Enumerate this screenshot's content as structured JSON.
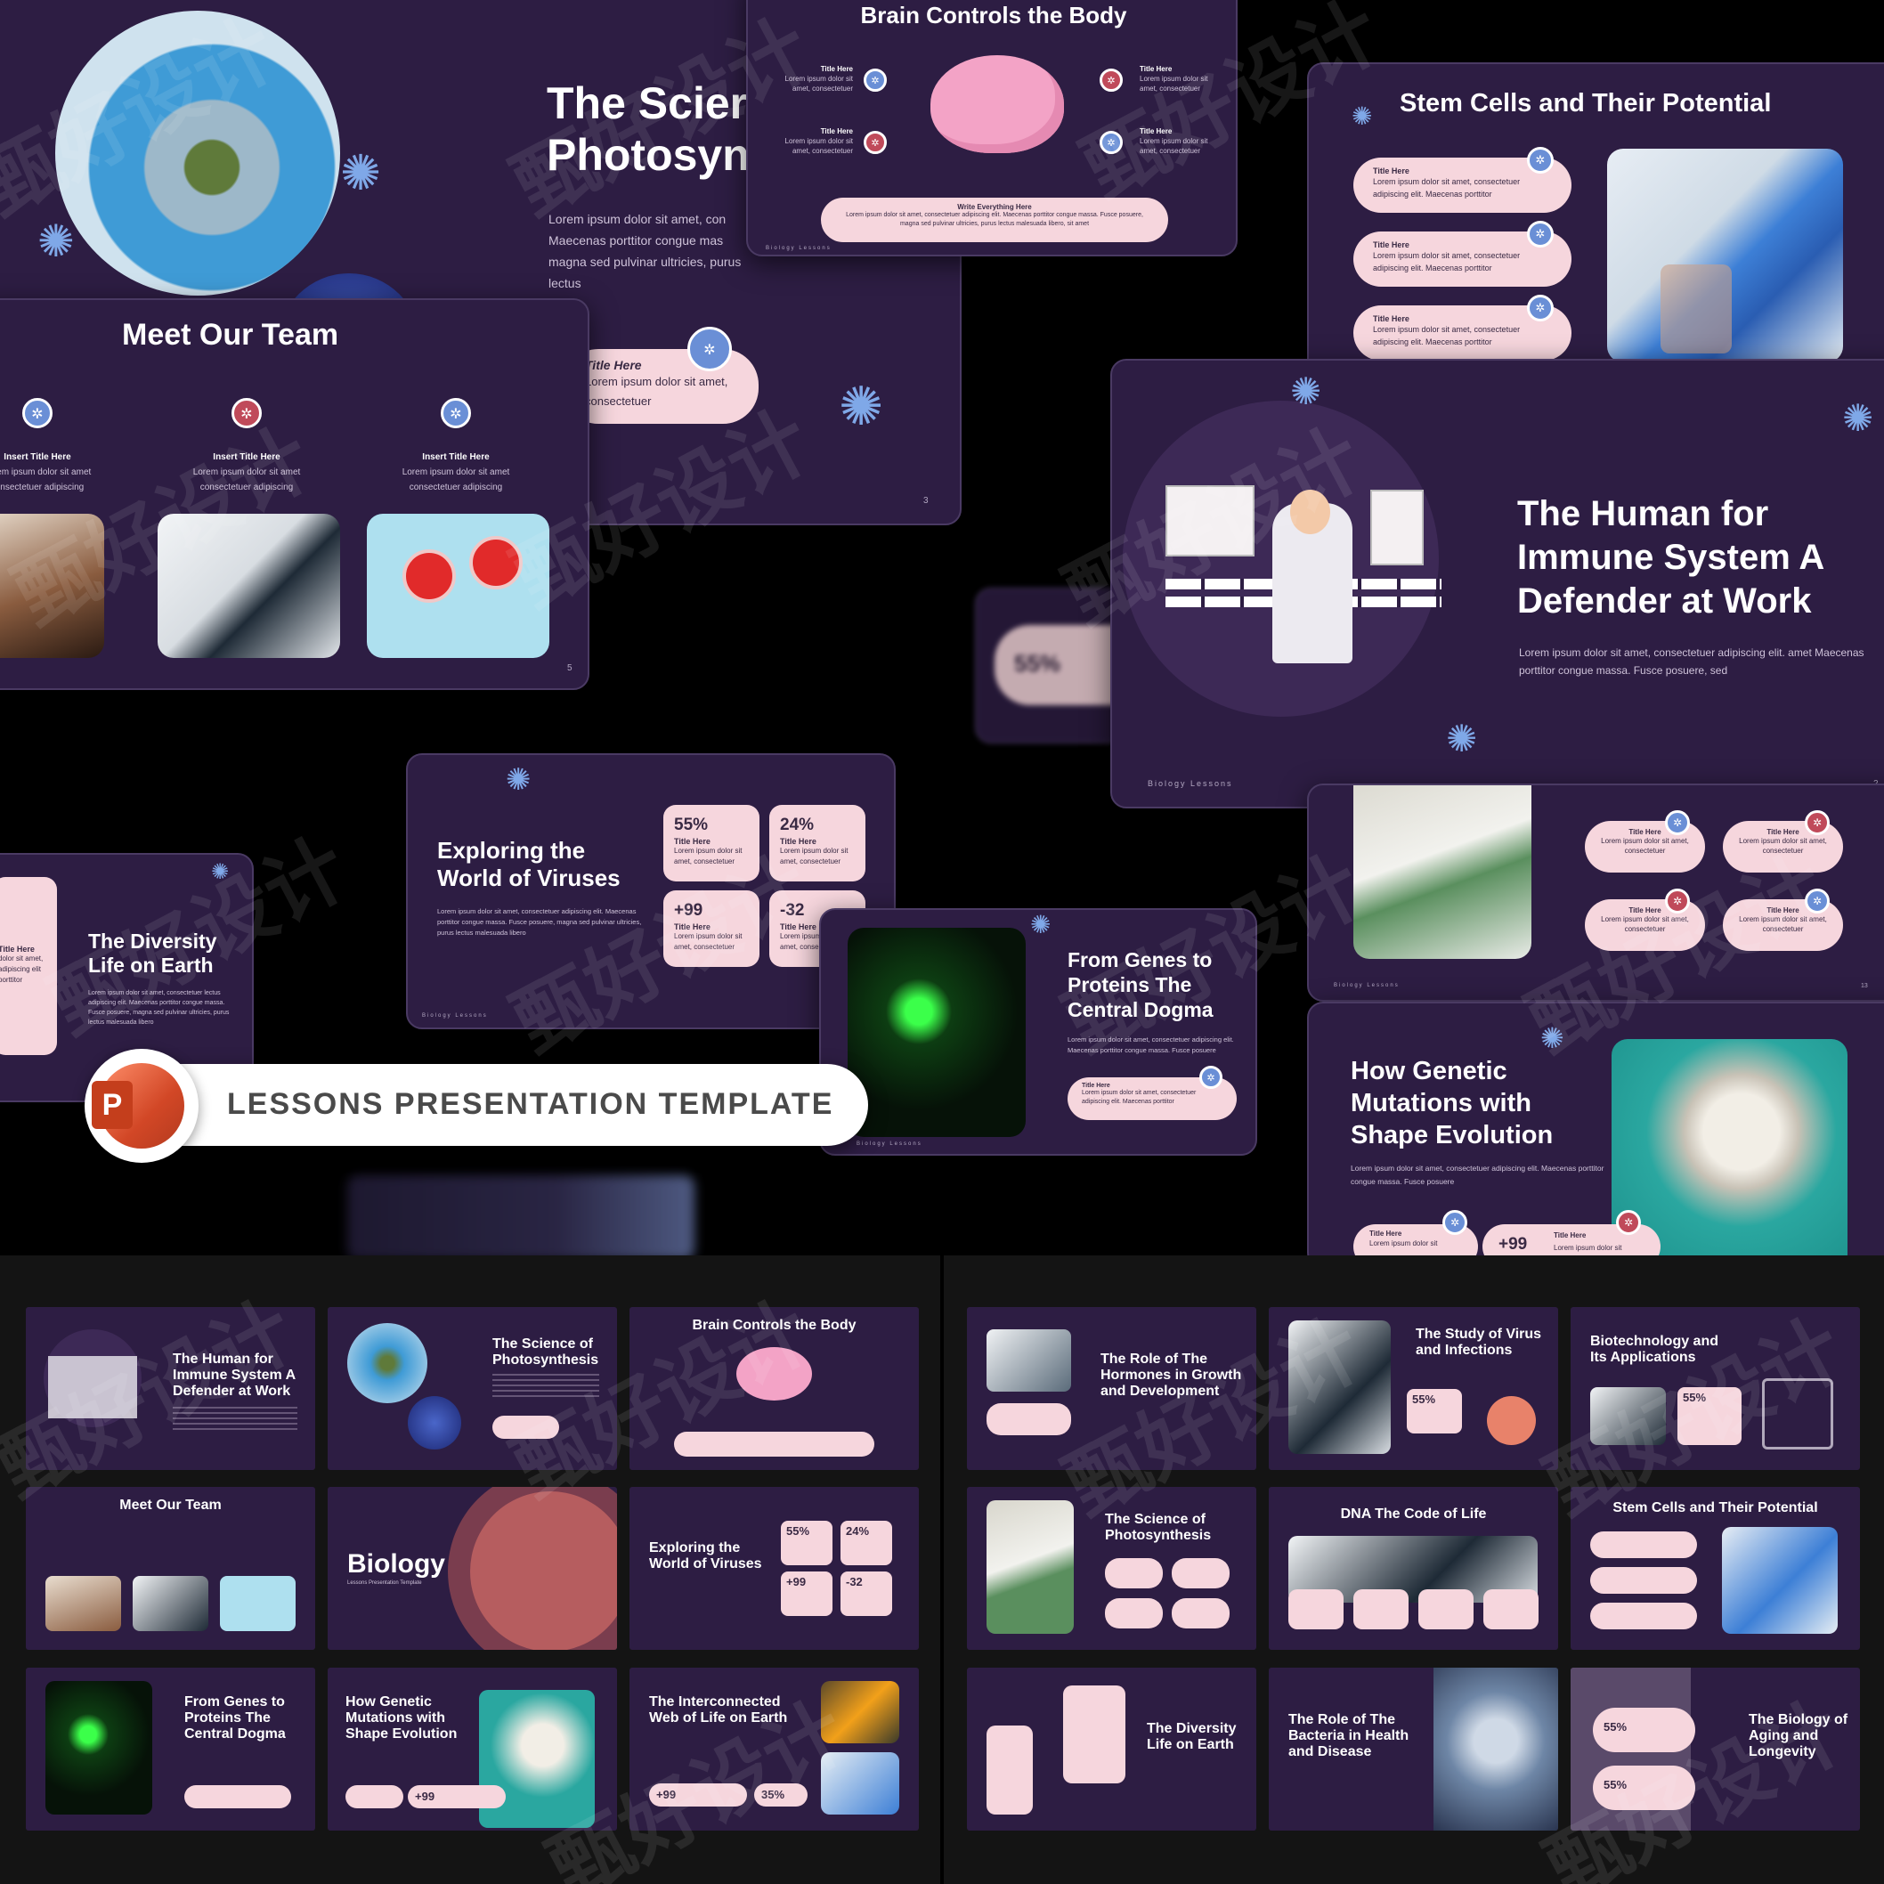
{
  "banner": {
    "text": "LESSONS PRESENTATION TEMPLATE",
    "app_letter": "P"
  },
  "hero": {
    "photosynthesis": {
      "title_line1": "The Scier",
      "title_line2": "Photosyn",
      "body": "Lorem ipsum dolor sit amet, con Maecenas porttitor congue mas magna sed pulvinar ultricies, purus lectus",
      "pill_title": "Title Here",
      "pill_body": "Lorem ipsum dolor sit amet, consectetuer",
      "page": "3"
    },
    "brain": {
      "title": "Brain Controls the Body",
      "items": [
        {
          "title": "Title Here",
          "body": "Lorem ipsum dolor sit amet, consectetuer"
        },
        {
          "title": "Title Here",
          "body": "Lorem ipsum dolor sit amet, consectetuer"
        },
        {
          "title": "Title Here",
          "body": "Lorem ipsum dolor sit amet, consectetuer"
        },
        {
          "title": "Title Here",
          "body": "Lorem ipsum dolor sit amet, consectetuer"
        }
      ],
      "bottom_title": "Write Everything Here",
      "bottom_body": "Lorem ipsum dolor sit amet, consectetuer adipiscing elit. Maecenas porttitor congue massa. Fusce posuere, magna sed pulvinar ultricies, purus lectus malesuada libero, sit amet",
      "footer": "Biology Lessons"
    },
    "team": {
      "title": "Meet Our Team",
      "members": [
        {
          "title": "Insert Title Here",
          "body": "Lorem ipsum dolor sit amet consectetuer adipiscing"
        },
        {
          "title": "Insert Title Here",
          "body": "Lorem ipsum dolor sit amet consectetuer adipiscing"
        },
        {
          "title": "Insert Title Here",
          "body": "Lorem ipsum dolor sit amet consectetuer adipiscing"
        }
      ],
      "page": "5"
    },
    "stem": {
      "title": "Stem Cells and Their Potential",
      "pills": [
        {
          "title": "Title Here",
          "body": "Lorem ipsum dolor sit amet, consectetuer adipiscing elit. Maecenas porttitor"
        },
        {
          "title": "Title Here",
          "body": "Lorem ipsum dolor sit amet, consectetuer adipiscing elit. Maecenas porttitor"
        },
        {
          "title": "Title Here",
          "body": "Lorem ipsum dolor sit amet, consectetuer adipiscing elit. Maecenas porttitor"
        }
      ]
    },
    "immune": {
      "title_line1": "The Human for",
      "title_line2": "Immune System A",
      "title_line3": "Defender at Work",
      "body": "Lorem ipsum dolor sit amet, consectetuer adipiscing elit. amet Maecenas porttitor congue massa. Fusce posuere, sed",
      "footer": "Biology Lessons",
      "page": "2"
    },
    "blurred": {
      "stat": "55%"
    },
    "viruses": {
      "title_line1": "Exploring the",
      "title_line2": "World of Viruses",
      "body": "Lorem ipsum dolor sit amet, consectetuer adipiscing elit. Maecenas porttitor congue massa. Fusce posuere, magna sed pulvinar ultricies, purus lectus malesuada libero",
      "cards": [
        {
          "big": "55%",
          "title": "Title Here",
          "body": "Lorem ipsum dolor sit amet, consectetuer"
        },
        {
          "big": "24%",
          "title": "Title Here",
          "body": "Lorem ipsum dolor sit amet, consectetuer"
        },
        {
          "big": "+99",
          "title": "Title Here",
          "body": "Lorem ipsum dolor sit amet, consectetuer"
        },
        {
          "big": "-32",
          "title": "Title Here",
          "body": "Lorem ipsum dolor sit amet, consectetuer"
        }
      ],
      "footer": "Biology Lessons"
    },
    "diversity": {
      "title_line1": "The Diversity",
      "title_line2": "Life on Earth",
      "body": "Lorem ipsum dolor sit amet, consectetuer lectus adipiscing elit. Maecenas porttitor congue massa. Fusce posuere, magna sed pulvinar ultricies, purus lectus malesuada libero",
      "side_title": "Title Here",
      "side_body": "dolor sit amet, adipiscing elit porttitor"
    },
    "genes": {
      "title_line1": "From Genes to",
      "title_line2": "Proteins The",
      "title_line3": "Central Dogma",
      "body": "Lorem ipsum dolor sit amet, consectetuer adipiscing elit. Maecenas porttitor congue massa. Fusce posuere",
      "pill_title": "Title Here",
      "pill_body": "Lorem ipsum dolor sit amet, consectetuer adipiscing elit. Maecenas porttitor",
      "footer": "Biology Lessons"
    },
    "grid4": {
      "pills": [
        {
          "title": "Title Here",
          "body": "Lorem ipsum dolor sit amet, consectetuer"
        },
        {
          "title": "Title Here",
          "body": "Lorem ipsum dolor sit amet, consectetuer"
        },
        {
          "title": "Title Here",
          "body": "Lorem ipsum dolor sit amet, consectetuer"
        },
        {
          "title": "Title Here",
          "body": "Lorem ipsum dolor sit amet, consectetuer"
        }
      ],
      "footer": "Biology Lessons",
      "page": "13"
    },
    "mutations": {
      "title_line1": "How Genetic",
      "title_line2": "Mutations with",
      "title_line3": "Shape Evolution",
      "body": "Lorem ipsum dolor sit amet, consectetuer adipiscing elit. Maecenas porttitor congue massa. Fusce posuere",
      "pill1_title": "Title Here",
      "pill1_body": "Lorem ipsum dolor sit",
      "pill2_big": "+99",
      "pill2_title": "Title Here",
      "pill2_body": "Lorem ipsum dolor sit"
    }
  },
  "thumbs_left": [
    {
      "title": "The Human for Immune System A Defender at Work"
    },
    {
      "title": "The Science of Photosynthesis"
    },
    {
      "title": "Brain Controls the Body"
    },
    {
      "title": "Meet Our Team"
    },
    {
      "title": "Biology",
      "subtitle": "Lessons Presentation Template"
    },
    {
      "title": "Exploring the World of Viruses",
      "stats": [
        "55%",
        "24%",
        "+99",
        "-32"
      ]
    },
    {
      "title": "From Genes to Proteins The Central Dogma"
    },
    {
      "title": "How Genetic Mutations with Shape Evolution",
      "stats": [
        "+99"
      ]
    },
    {
      "title": "The Interconnected Web of Life on Earth",
      "stats": [
        "+99",
        "35%"
      ]
    }
  ],
  "thumbs_right": [
    {
      "title": "The Role of The Hormones in Growth and Development"
    },
    {
      "title": "The Study of Virus and Infections",
      "stats": [
        "55%"
      ]
    },
    {
      "title": "Biotechnology and Its Applications",
      "stats": [
        "55%"
      ]
    },
    {
      "title": "The Science of Photosynthesis"
    },
    {
      "title": "DNA The Code of Life"
    },
    {
      "title": "Stem Cells and Their Potential"
    },
    {
      "title": "The Diversity Life on Earth"
    },
    {
      "title": "The Role of The Bacteria in Health and Disease"
    },
    {
      "title": "The Biology of Aging and Longevity",
      "stats": [
        "55%",
        "55%"
      ]
    }
  ],
  "watermark": "甄好设计",
  "colors": {
    "slide_bg": "#2d1d43",
    "pill": "#f6d6dd",
    "accent_blue": "#6a8fd6",
    "accent_red": "#c04a5a",
    "page_bg": "#000000",
    "bottom_bg": "#141414"
  },
  "icons": [
    "molecule-icon",
    "virus-badge-icon",
    "powerpoint-icon",
    "brain-icon"
  ]
}
